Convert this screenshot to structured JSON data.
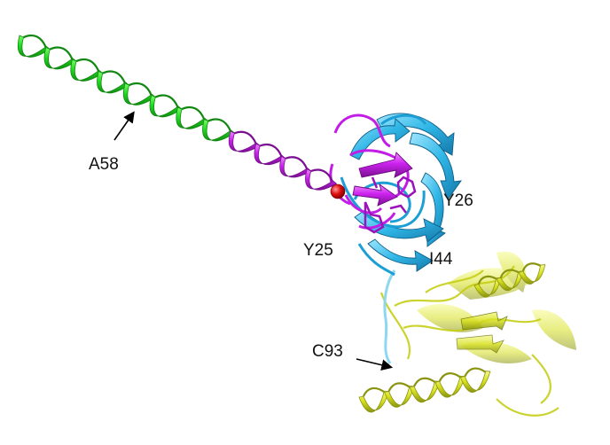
{
  "figure": {
    "labels": {
      "a58": "A58",
      "y26": "Y26",
      "y25": "Y25",
      "i44": "I44",
      "c93": "C93"
    },
    "colors": {
      "helix_green": "#22dd22",
      "helix_green_dark": "#118811",
      "helix_magenta": "#cc22ee",
      "helix_magenta_dark": "#7a1090",
      "domain_cyan": "#2fb6e6",
      "domain_cyan_dark": "#1477a8",
      "domain_yellow": "#d6df1c",
      "domain_yellow_dark": "#8a9410",
      "sphere_red": "#e01010",
      "arrow": "#000000"
    }
  }
}
